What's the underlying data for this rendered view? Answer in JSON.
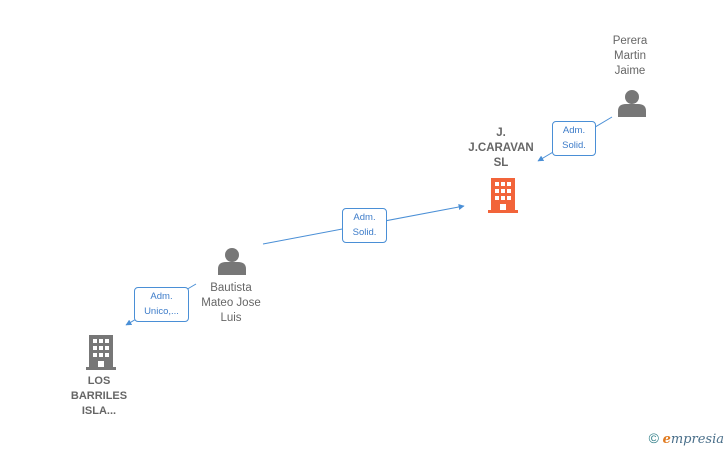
{
  "nodes": {
    "perera": {
      "label_lines": [
        "Perera",
        "Martin",
        "Jaime"
      ]
    },
    "jcaravan": {
      "label_lines": [
        "J.",
        "J.CARAVAN",
        "SL"
      ]
    },
    "bautista": {
      "label_lines": [
        "Bautista",
        "Mateo Jose",
        "Luis"
      ]
    },
    "barriles": {
      "label_lines": [
        "LOS",
        "BARRILES",
        "ISLA..."
      ]
    }
  },
  "edges": {
    "perera_jcaravan": {
      "lines": [
        "Adm.",
        "Solid."
      ]
    },
    "bautista_jcaravan": {
      "lines": [
        "Adm.",
        "Solid."
      ]
    },
    "bautista_barriles": {
      "lines": [
        "Adm.",
        "Unico,..."
      ]
    }
  },
  "colors": {
    "edge": "#4a8fd6",
    "person_icon": "#777777",
    "main_company_icon": "#f2643a",
    "company_icon": "#777777"
  },
  "watermark": {
    "copyright": "©",
    "brand_first": "e",
    "brand_rest": "mpresia"
  }
}
